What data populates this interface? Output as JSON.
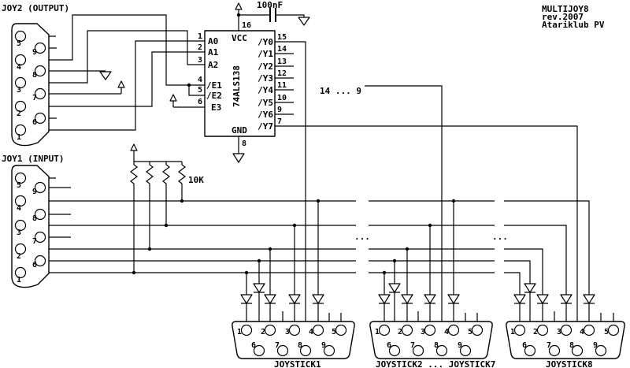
{
  "title": {
    "line1": "MULTIJOY8",
    "line2": "rev.2007",
    "line3": "Atariklub PV"
  },
  "joy2": {
    "label": "JOY2 (OUTPUT)",
    "left": [
      "5",
      "4",
      "3",
      "2",
      "1"
    ],
    "right": [
      "9",
      "8",
      "7",
      "6"
    ]
  },
  "joy1": {
    "label": "JOY1 (INPUT)",
    "left": [
      "5",
      "4",
      "3",
      "2",
      "1"
    ],
    "right": [
      "9",
      "8",
      "7",
      "6"
    ]
  },
  "ic": {
    "name": "74ALS138",
    "vcc": "VCC",
    "gnd": "GND",
    "pin16": "16",
    "pin8": "8",
    "left": [
      {
        "n": "1",
        "label": "A0"
      },
      {
        "n": "2",
        "label": "A1"
      },
      {
        "n": "3",
        "label": "A2"
      },
      {
        "n": "4",
        "label": "/E1"
      },
      {
        "n": "5",
        "label": "/E2"
      },
      {
        "n": "6",
        "label": "E3"
      }
    ],
    "right": [
      {
        "n": "15",
        "label": "/Y0"
      },
      {
        "n": "14",
        "label": "/Y1"
      },
      {
        "n": "13",
        "label": "/Y2"
      },
      {
        "n": "12",
        "label": "/Y3"
      },
      {
        "n": "11",
        "label": "/Y4"
      },
      {
        "n": "10",
        "label": "/Y5"
      },
      {
        "n": "9",
        "label": "/Y6"
      },
      {
        "n": "7",
        "label": "/Y7"
      }
    ]
  },
  "annotations": {
    "capacitor": "100nF",
    "resistor": "10K",
    "bundle": "14 ... 9",
    "ellipsis": "..."
  },
  "joysticks": {
    "labels": [
      "JOYSTICK1",
      "JOYSTICK2 ... JOYSTICK7",
      "JOYSTICK8"
    ],
    "top": [
      "1",
      "2",
      "3",
      "4",
      "5"
    ],
    "bottom": [
      "6",
      "7",
      "8",
      "9"
    ]
  }
}
